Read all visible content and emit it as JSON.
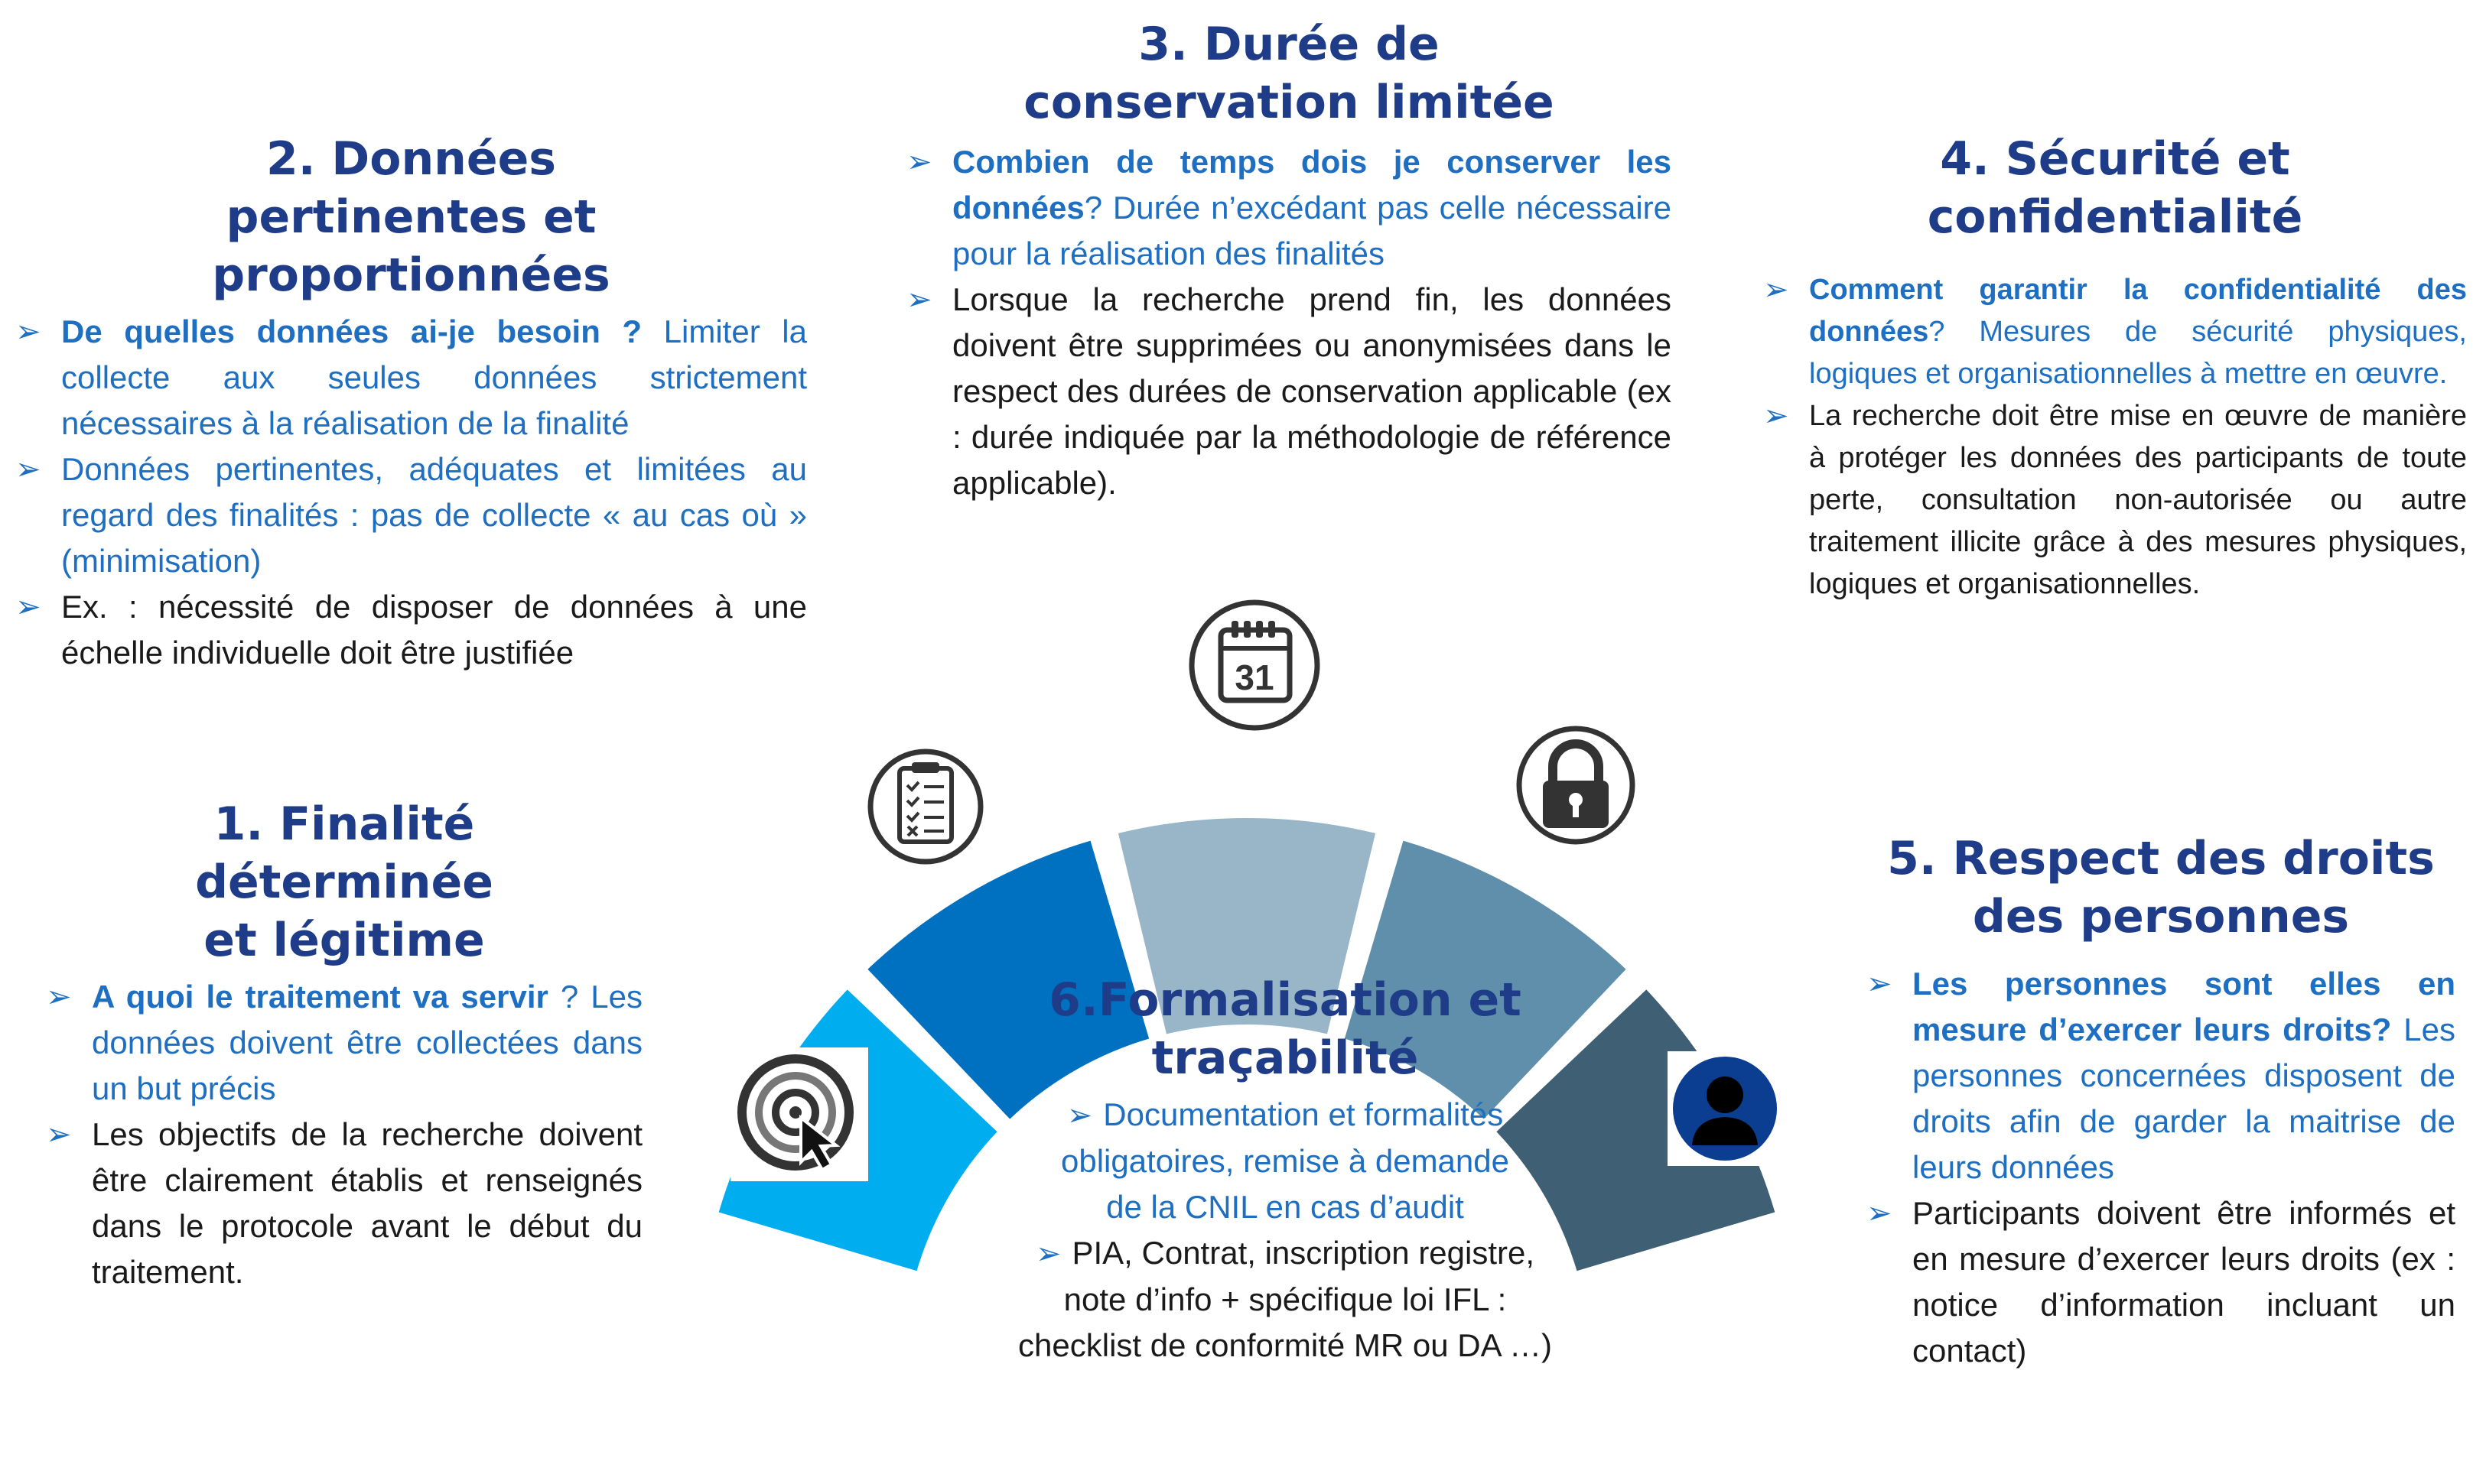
{
  "sections": {
    "s1": {
      "title": "1. Finalité déterminée et légitime",
      "bullets": [
        {
          "bold": "A quoi le traitement va servir",
          "rest": " ? Les données doivent être collectées dans un but précis"
        },
        {
          "bold": "",
          "rest": "Les objectifs de la recherche doivent être clairement établis et renseignés dans le protocole avant le début du traitement."
        }
      ]
    },
    "s2": {
      "title": "2. Données pertinentes et proportionnées",
      "bullets": [
        {
          "bold": "De quelles données ai-je besoin ?",
          "rest": " Limiter la collecte aux seules données strictement nécessaires à la réalisation de la finalité"
        },
        {
          "bold": "",
          "rest": "Données pertinentes, adéquates et limitées au regard des finalités : pas de collecte « au cas où » (minimisation)"
        },
        {
          "bold": "",
          "rest": "Ex. : nécessité de disposer de données à une échelle individuelle doit être justifiée"
        }
      ]
    },
    "s3": {
      "title": "3. Durée de conservation limitée",
      "bullets": [
        {
          "bold": "Combien de temps dois je conserver les données",
          "rest": "? Durée n’excédant pas celle nécessaire pour la réalisation des finalités"
        },
        {
          "bold": "",
          "rest": "Lorsque la recherche prend fin, les données doivent être supprimées ou anonymisées dans le respect des durées de conservation applicable (ex : durée indiquée par la méthodologie de référence applicable)."
        }
      ]
    },
    "s4": {
      "title": "4. Sécurité et confidentialité",
      "bullets": [
        {
          "bold": "Comment garantir la confidentialité des données",
          "rest": "? Mesures de sécurité physiques, logiques et organisationnelles à mettre en œuvre."
        },
        {
          "bold": "",
          "rest": "La recherche doit être mise en œuvre de manière à protéger les données des participants de toute perte, consultation non-autorisée ou autre traitement illicite grâce à des mesures physiques, logiques et organisationnelles."
        }
      ]
    },
    "s5": {
      "title": "5. Respect des droits des personnes",
      "bullets": [
        {
          "bold": "Les personnes sont elles en mesure d’exercer leurs droits?",
          "rest": " Les personnes concernées disposent de droits afin de garder la maitrise de leurs données"
        },
        {
          "bold": "",
          "rest": "Participants doivent être informés et en mesure d’exercer leurs droits (ex : notice d’information incluant un contact)"
        }
      ]
    },
    "s6": {
      "title": "6.Formalisation et traçabilité",
      "bullets": [
        {
          "bold": "",
          "rest": "Documentation et formalités obligatoires, remise à demande de la CNIL en cas d’audit"
        },
        {
          "bold": "",
          "rest": "PIA, Contrat, inscription registre, note d’info + spécifique loi IFL : checklist de conformité MR ou DA …)"
        }
      ]
    }
  },
  "bullet_symbol": "➢",
  "calendar_day": "31",
  "icons": [
    "target-cursor-icon",
    "checklist-icon",
    "calendar-icon",
    "padlock-icon",
    "person-icon"
  ],
  "colors": {
    "title": "#1F3C88",
    "blue_text": "#1E6FC2",
    "body_text": "#1a1a1a",
    "segment_1": "#00AEEF",
    "segment_2": "#0070C0",
    "segment_3": "#98B6C8",
    "segment_4": "#5F8FAA",
    "segment_5": "#3E5F74"
  }
}
